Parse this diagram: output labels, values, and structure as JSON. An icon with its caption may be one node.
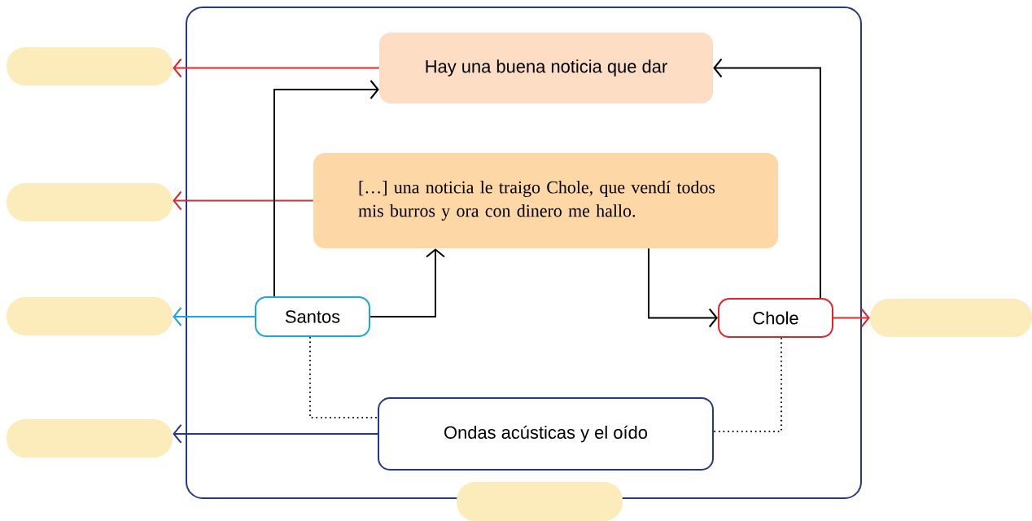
{
  "diagram": {
    "nodes": [
      {
        "text": [],
        "shape": "box"
      },
      {
        "text": [],
        "shape": "box"
      },
      {
        "text": [
          "Hay una buena noticia que dar"
        ],
        "in": 0
      },
      {
        "text": [],
        "shape": "box"
      },
      {
        "text": [
          "[…] una noticia le traigo Chole, que vendí todos mis burros y ora con dinero me hallo."
        ],
        "in": 0
      },
      {
        "text": [],
        "shape": "box"
      },
      {
        "text": [
          "Santos"
        ],
        "in": 0
      },
      {
        "text": [
          "Chole"
        ],
        "in": 0
      },
      {
        "text": [],
        "shape": "box"
      },
      {
        "text": [],
        "shape": "box"
      },
      {
        "text": [
          "Ondas acústicas y el oído"
        ],
        "in": 0
      },
      {
        "text": [],
        "shape": "box"
      }
    ],
    "edges": [
      {
        "from": 2,
        "to": 1,
        "arrow": "to",
        "color": "#e0262b"
      },
      {
        "from": 4,
        "to": 3,
        "arrow": "to",
        "color": "#e0262b"
      },
      {
        "from": 6,
        "to": 5,
        "arrow": "to",
        "color": "#1aa7e0"
      },
      {
        "from": 7,
        "to": 8,
        "arrow": "to",
        "color": "#e0262b"
      },
      {
        "from": 10,
        "to": 9,
        "arrow": "to",
        "color": "#25378a"
      },
      {
        "from": 6,
        "to": 2,
        "arrow": "to"
      },
      {
        "from": 6,
        "to": 4,
        "arrow": "to"
      },
      {
        "from": 4,
        "to": 7,
        "arrow": "to"
      },
      {
        "from": 7,
        "to": 2,
        "arrow": "to"
      },
      {
        "from": 6,
        "to": 10,
        "arrow": "none",
        "style": "dashed"
      },
      {
        "from": 7,
        "to": 10,
        "arrow": "none",
        "style": "dashed"
      }
    ]
  }
}
